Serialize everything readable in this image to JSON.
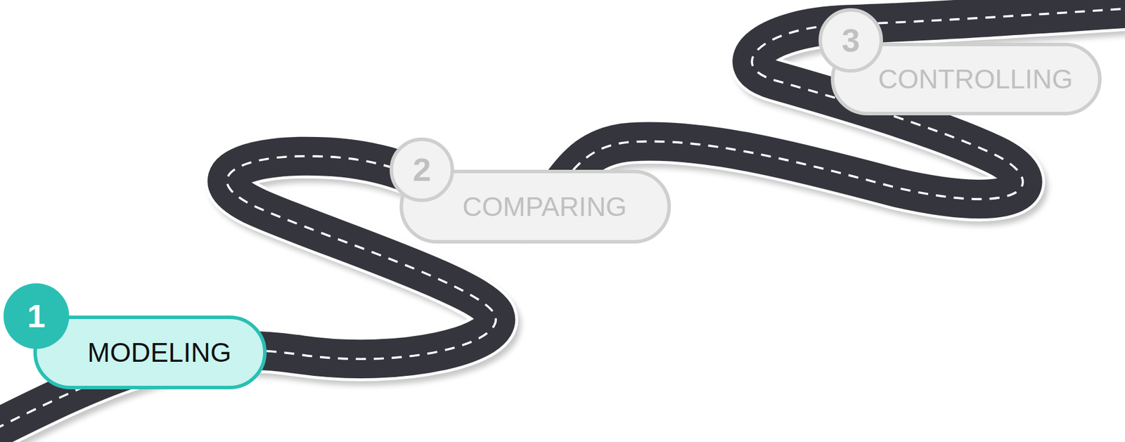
{
  "diagram": {
    "nodes": [
      {
        "text": [
          "1"
        ]
      },
      {
        "text": [
          "MODELING"
        ]
      },
      {
        "text": [
          "2"
        ]
      },
      {
        "text": [
          "COMPARING"
        ]
      },
      {
        "text": [
          "3"
        ]
      },
      {
        "text": [
          "CONTROLLING"
        ]
      }
    ]
  }
}
